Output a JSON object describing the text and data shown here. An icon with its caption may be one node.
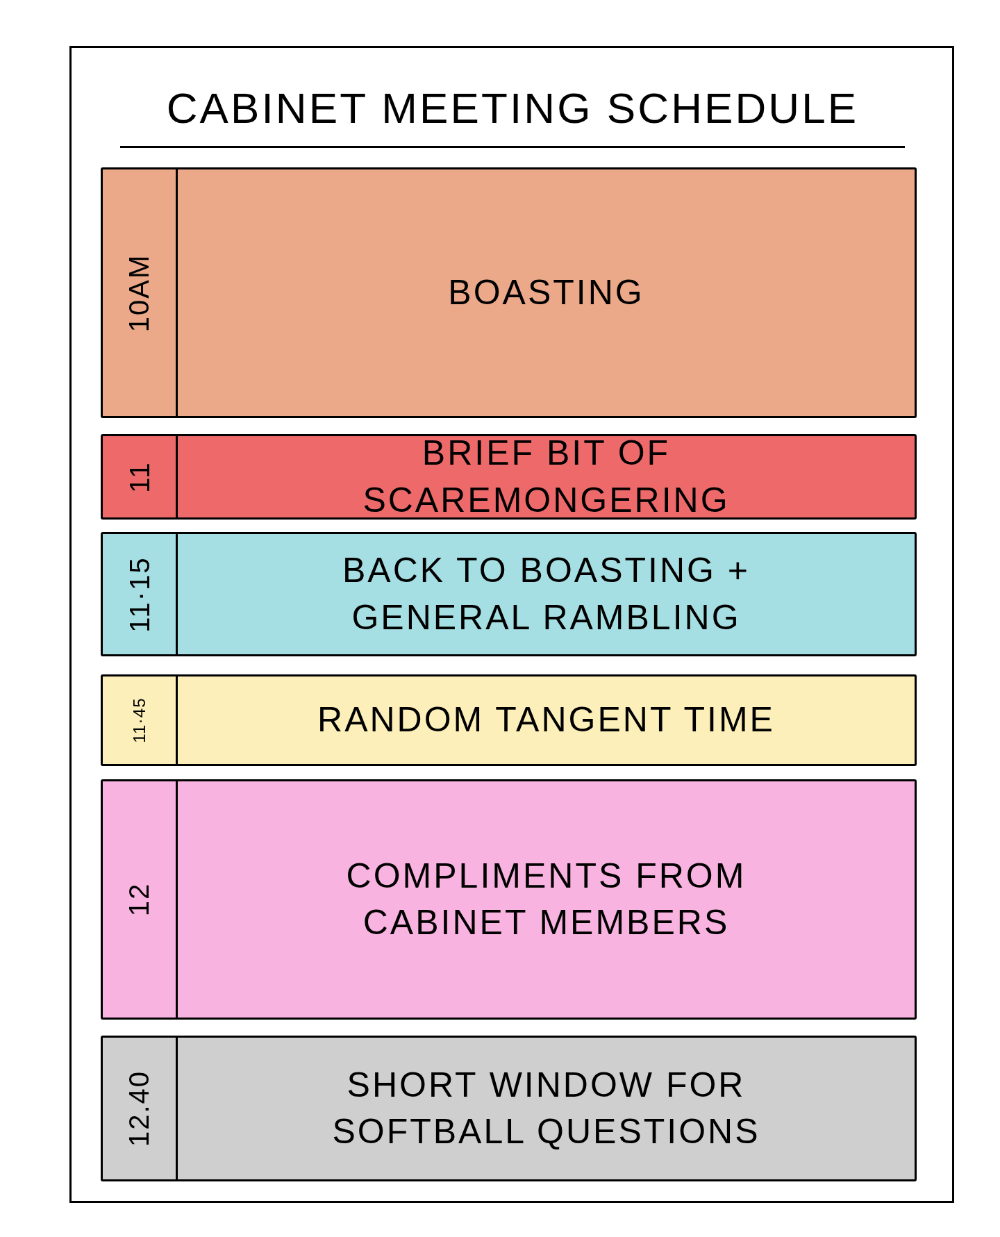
{
  "diagram": {
    "nodes": [
      {
        "text": [
          "CABINET MEETING SCHEDULE"
        ]
      },
      {
        "text": [
          "10AM",
          "BOASTING"
        ],
        "in": 0
      },
      {
        "text": [
          "11",
          "BRIEF BIT OF SCAREMONGERING"
        ],
        "in": 0
      },
      {
        "text": [
          "11·15",
          "BACK TO BOASTING + GENERAL RAMBLING"
        ],
        "in": 0
      },
      {
        "text": [
          "11·45",
          "RANDOM TANGENT TIME"
        ],
        "in": 0
      },
      {
        "text": [
          "12",
          "COMPLIMENTS FROM CABINET MEMBERS"
        ],
        "in": 0
      },
      {
        "text": [
          "12.40",
          "SHORT WINDOW FOR SOFTBALL QUESTIONS"
        ],
        "in": 0
      }
    ]
  }
}
